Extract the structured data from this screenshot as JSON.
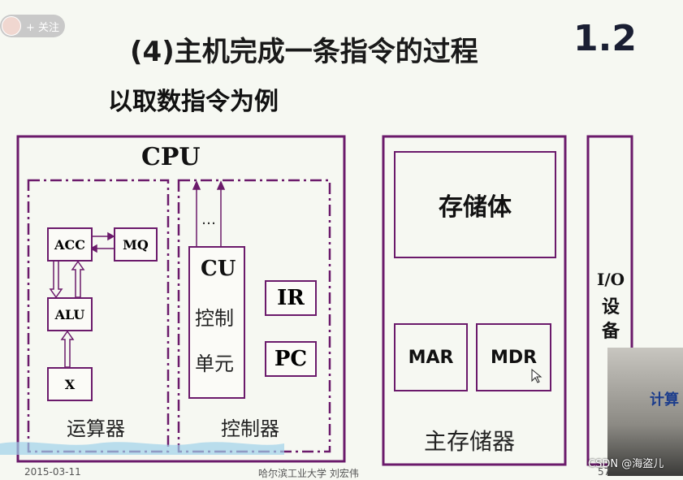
{
  "header": {
    "follow_label": "+ 关注",
    "title": "(4)主机完成一条指令的过程",
    "subtitle": "以取数指令为例",
    "version": "1.2"
  },
  "cpu": {
    "label": "CPU",
    "alu_section_label": "运算器",
    "control_section_label": "控制器",
    "registers": {
      "acc": "ACC",
      "mq": "MQ",
      "alu": "ALU",
      "x": "X"
    },
    "cu_label_1": "CU",
    "cu_label_2": "控制",
    "cu_label_3": "单元",
    "ellipsis": "…",
    "ir": "IR",
    "pc": "PC"
  },
  "memory": {
    "storage_label": "存储体",
    "mar": "MAR",
    "mdr": "MDR",
    "label": "主存储器"
  },
  "io": {
    "label_1": "I/O",
    "label_2": "设",
    "label_3": "备"
  },
  "footer": {
    "date": "2015-03-11",
    "institution": "哈尔滨工业大学 刘宏伟",
    "watermark": "CSDN @海盗儿",
    "page_fragment": "57"
  },
  "video": {
    "overlay_text": "计算"
  },
  "colors": {
    "frame": "#6b1a6b",
    "background": "#f6f8f2"
  }
}
